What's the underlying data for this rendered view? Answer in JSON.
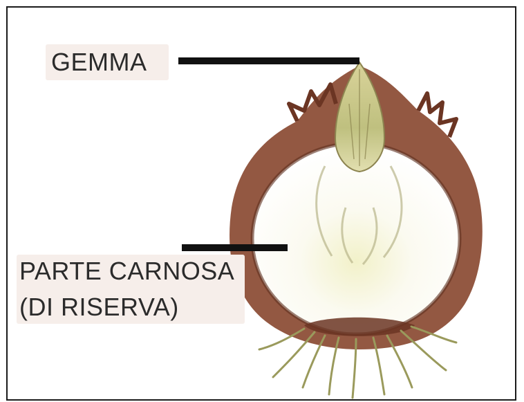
{
  "labels": {
    "bud": "GEMMA",
    "fleshy_part_line1": "PARTE CARNOSA",
    "fleshy_part_line2": "(DI RISERVA)"
  },
  "illustration": {
    "subject": "bulb-cross-section",
    "colors": {
      "tunic": "#8a4a32",
      "tunic_dark": "#5e2f1e",
      "flesh": "#fbfaf0",
      "bud": "#c8c887",
      "roots": "#9a9a5c",
      "leader_line": "#111111"
    }
  }
}
